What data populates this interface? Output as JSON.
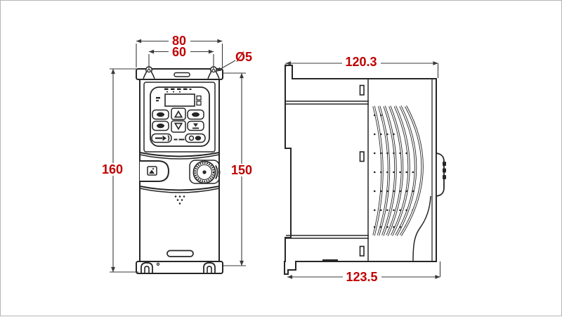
{
  "page": {
    "background": "#ffffff",
    "border_color": "#b5b5b5"
  },
  "drawing": {
    "line_color": "#262626",
    "dim_color": "#c00000",
    "front_view": {
      "dim_width_overall": "80",
      "dim_mount_hole_spacing": "60",
      "dim_mount_hole_diameter": "Ø5",
      "dim_height_overall": "160",
      "dim_height_mount": "150"
    },
    "side_view": {
      "dim_depth_top": "120.3",
      "dim_depth_bottom": "123.5"
    },
    "icons": {
      "up_arrow_button": "triangle-up",
      "down_arrow_button": "triangle-down",
      "potentiometer_knob": "knurled-circle",
      "port_cover": "square-pictogram",
      "mount_keyhole": "keyhole-slot",
      "bottom_mount_slot": "inverted-u-slot",
      "vent_fins": "curved-slats"
    }
  }
}
